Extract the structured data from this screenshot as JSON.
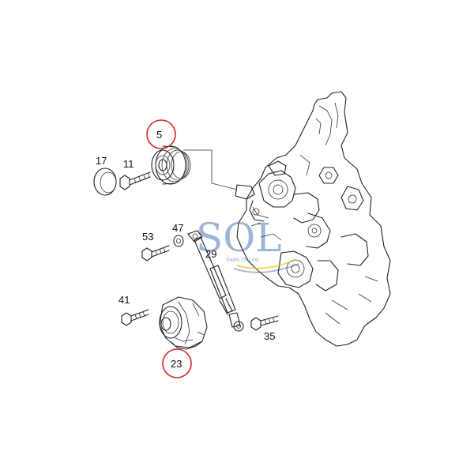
{
  "diagram": {
    "callouts": [
      {
        "id": "c5",
        "label": "5",
        "circled": true
      },
      {
        "id": "c17",
        "label": "17",
        "circled": false
      },
      {
        "id": "c11",
        "label": "11",
        "circled": false
      },
      {
        "id": "c47",
        "label": "47",
        "circled": false
      },
      {
        "id": "c53",
        "label": "53",
        "circled": false
      },
      {
        "id": "c29",
        "label": "29",
        "circled": false
      },
      {
        "id": "c41",
        "label": "41",
        "circled": false
      },
      {
        "id": "c35",
        "label": "35",
        "circled": false
      },
      {
        "id": "c23",
        "label": "23",
        "circled": true
      }
    ],
    "highlight_color": "#d62828",
    "line_color": "#222222"
  },
  "watermark": {
    "brand": "SOL",
    "tagline": "Sales Of Link",
    "color": "#2f5aa6"
  }
}
